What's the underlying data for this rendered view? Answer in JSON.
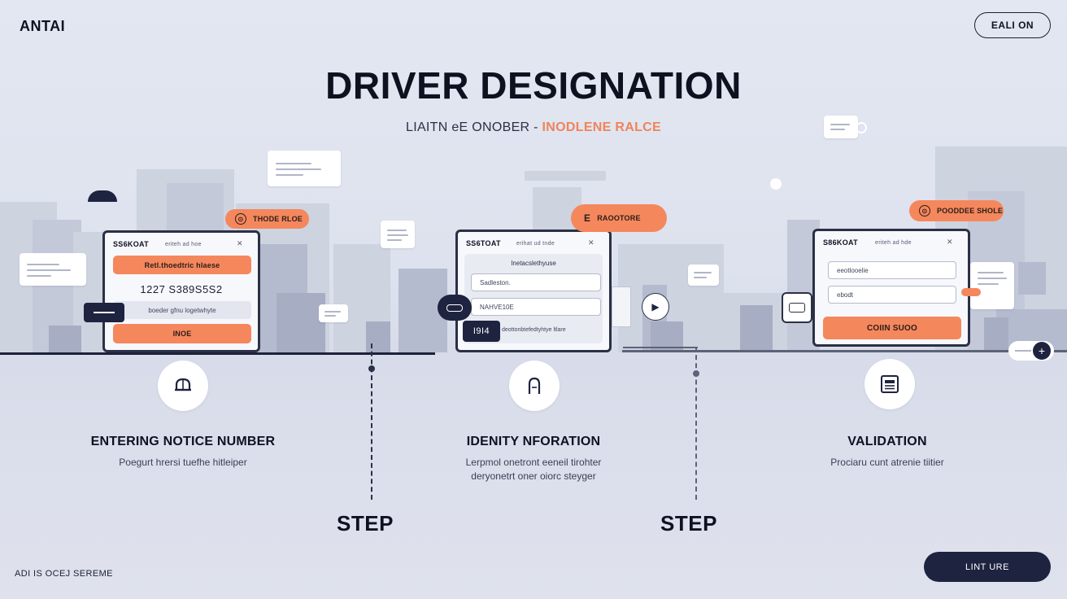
{
  "header": {
    "logo": "ANTAI",
    "top_button": "EALI ON",
    "title": "DRIVER DESIGNATION",
    "subtitle_main": "LIAITN eE ONOBER -",
    "subtitle_accent": "INODLENE RALCE"
  },
  "cards": [
    {
      "head": "SS6KOAT",
      "head_right": "eriteh ad hoe",
      "bar1": "Retl.thoedtric hlaese",
      "number": "1227 S389S5S2",
      "field": "boeder gfnu logetwhyte",
      "button": "INOE",
      "pill": "THODE RLOE"
    },
    {
      "head": "SS6TOAT",
      "head_right": "erihat ud tnde",
      "label": "Inetacslethyuse",
      "field1": "Sadleston.",
      "field2": "NAHVE10E",
      "field3": "deottonbtefedtyhtye ltlare",
      "chip": "I9I4",
      "pill": "RAOOTORE"
    },
    {
      "head": "S86KOAT",
      "head_right": "eriteh ad hde",
      "field1": "eeotlooelie",
      "field2": "ebodt",
      "button": "COIIN SUOO",
      "pill": "POODDEE SHOLE"
    }
  ],
  "steps": [
    {
      "title": "ENTERING NOTICE NUMBER",
      "desc1": "Poegurt hrersi tuefhe hitleiper",
      "desc2": ""
    },
    {
      "title": "IDENITY NFORATION",
      "desc1": "Lerpmol onetront eeneil tirohter",
      "desc2": "deryonetrt oner oiorc steyger"
    },
    {
      "title": "VALIDATION",
      "desc1": "Prociaru cunt atrenie tiitier",
      "desc2": ""
    }
  ],
  "step_labels": [
    "STEP",
    "STEP"
  ],
  "footer": {
    "left": "ADI IS OCEJ SEREME",
    "cta": "LINT URE"
  },
  "colors": {
    "accent": "#f5875d",
    "navy": "#1e2340",
    "background": "#e0e4ef"
  }
}
